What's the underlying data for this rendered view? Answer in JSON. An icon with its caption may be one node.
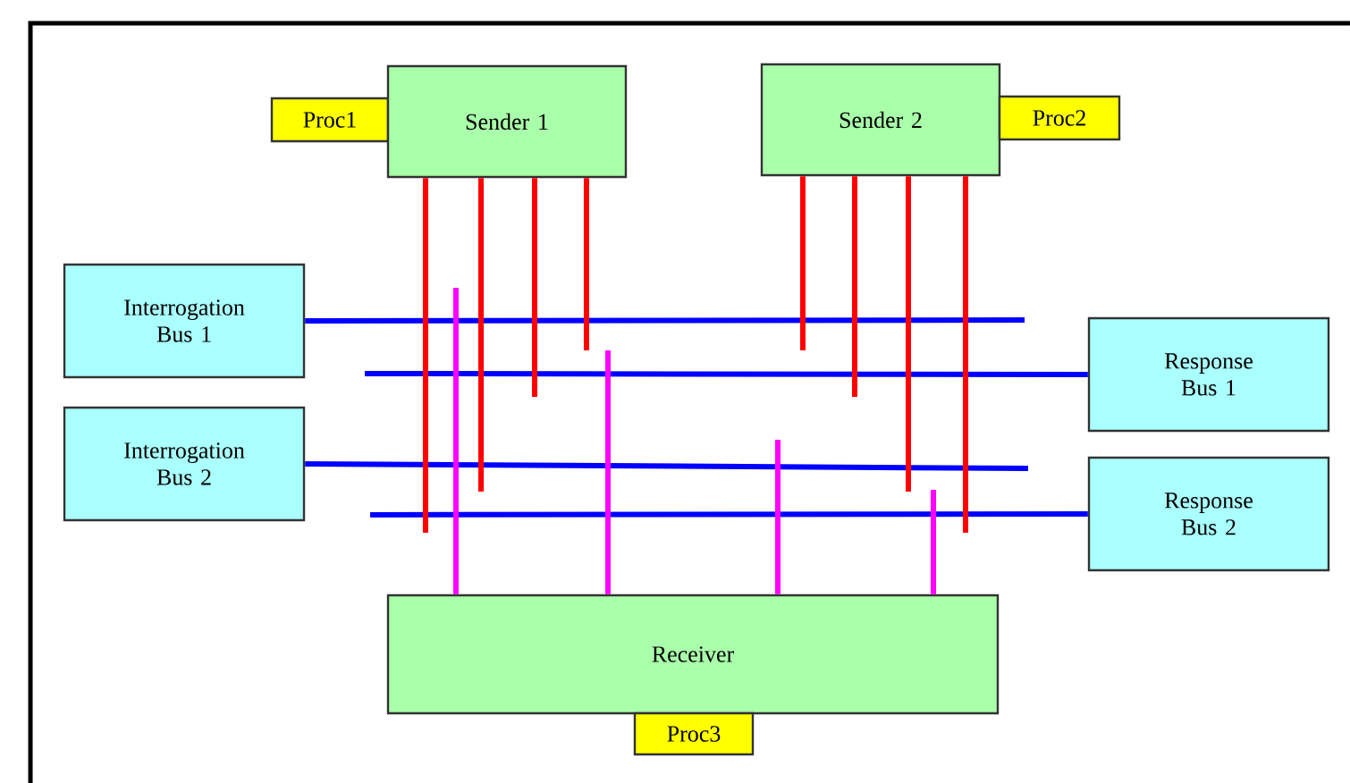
{
  "diagram": {
    "nodes": [
      {
        "text": [
          "Proc1"
        ]
      },
      {
        "text": [
          "Sender 1"
        ]
      },
      {
        "text": [
          "Sender 2"
        ]
      },
      {
        "text": [
          "Proc2"
        ]
      },
      {
        "text": [
          "Interrogation Bus 1"
        ]
      },
      {
        "text": [
          "Response Bus 1"
        ]
      },
      {
        "text": [
          "Interrogation Bus 2"
        ]
      },
      {
        "text": [
          "Response Bus 2"
        ]
      },
      {
        "text": [
          "Receiver"
        ]
      },
      {
        "text": [
          "Proc3"
        ]
      }
    ],
    "edges": [
      {
        "from": 4,
        "to": null,
        "arrow": "none",
        "color": "#0000ff"
      },
      {
        "from": null,
        "to": 5,
        "arrow": "none",
        "color": "#0000ff"
      },
      {
        "from": 6,
        "to": null,
        "arrow": "none",
        "color": "#0000ff"
      },
      {
        "from": null,
        "to": 7,
        "arrow": "none",
        "color": "#0000ff"
      },
      {
        "from": 1,
        "to": null,
        "arrow": "none"
      },
      {
        "from": 1,
        "to": null,
        "arrow": "none"
      },
      {
        "from": 1,
        "to": null,
        "arrow": "none"
      },
      {
        "from": 1,
        "to": null,
        "arrow": "none"
      },
      {
        "from": 2,
        "to": null,
        "arrow": "none"
      },
      {
        "from": 2,
        "to": null,
        "arrow": "none"
      },
      {
        "from": 2,
        "to": null,
        "arrow": "none"
      },
      {
        "from": 2,
        "to": null,
        "arrow": "none"
      },
      {
        "from": null,
        "to": 8,
        "arrow": "none",
        "color": "#ff00ff"
      },
      {
        "from": null,
        "to": 8,
        "arrow": "none",
        "color": "#ff00ff"
      },
      {
        "from": null,
        "to": 8,
        "arrow": "none",
        "color": "#ff00ff"
      },
      {
        "from": null,
        "to": 8,
        "arrow": "none",
        "color": "#ff00ff"
      }
    ]
  }
}
